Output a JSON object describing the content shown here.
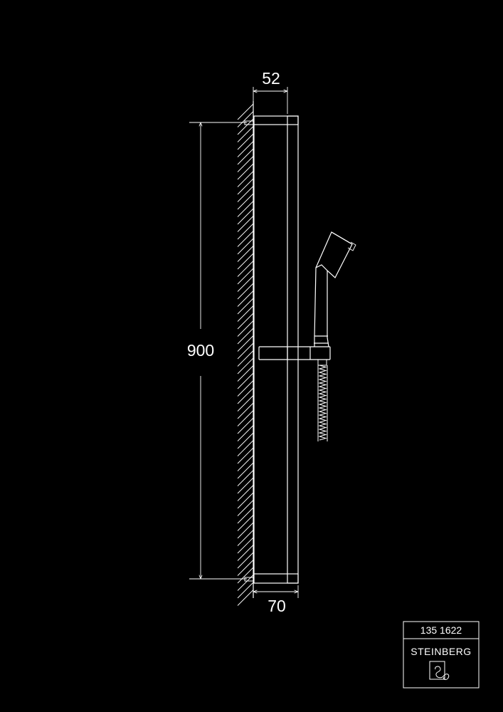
{
  "drawing": {
    "dimensions": {
      "depth_top": "52",
      "depth_bottom": "70",
      "height": "900"
    },
    "title_block": {
      "article_number": "135 1622",
      "brand": "STEINBERG",
      "logo_icon": "steinberg-logo-icon"
    },
    "colors": {
      "background": "#000000",
      "line": "#ffffff"
    }
  }
}
